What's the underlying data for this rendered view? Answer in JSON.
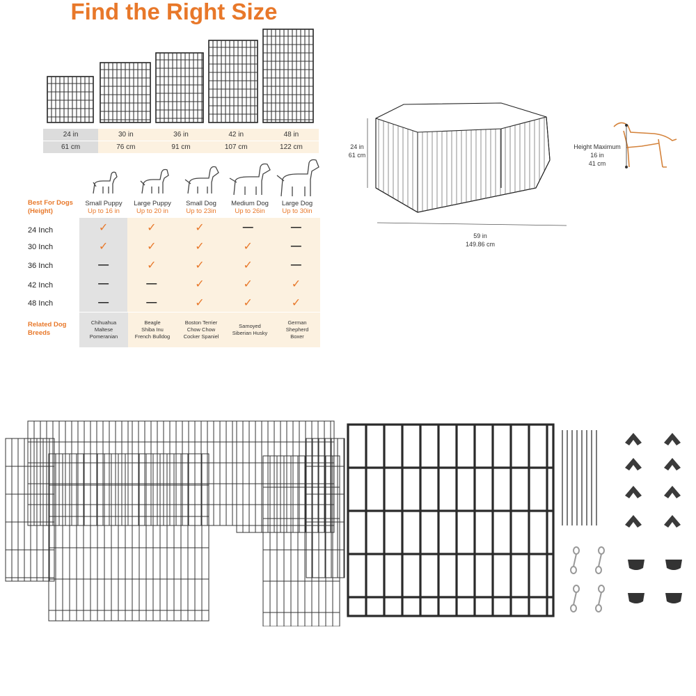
{
  "title": "Find the Right Size",
  "sizes_in": [
    "24 in",
    "30 in",
    "36 in",
    "42 in",
    "48 in"
  ],
  "sizes_cm": [
    "61 cm",
    "76 cm",
    "91 cm",
    "107 cm",
    "122 cm"
  ],
  "best_for_label": "Best For Dogs (Height)",
  "dog_types": [
    {
      "name": "Small Puppy",
      "height": "Up to 16 in"
    },
    {
      "name": "Large Puppy",
      "height": "Up to 20 in"
    },
    {
      "name": "Small Dog",
      "height": "Up to 23in"
    },
    {
      "name": "Medium Dog",
      "height": "Up to 26in"
    },
    {
      "name": "Large Dog",
      "height": "Up to 30in"
    }
  ],
  "rows": [
    {
      "label": "24 Inch",
      "marks": [
        "check",
        "check",
        "check",
        "dash",
        "dash"
      ]
    },
    {
      "label": "30 Inch",
      "marks": [
        "check",
        "check",
        "check",
        "check",
        "dash"
      ]
    },
    {
      "label": "36 Inch",
      "marks": [
        "dash",
        "check",
        "check",
        "check",
        "dash"
      ]
    },
    {
      "label": "42 Inch",
      "marks": [
        "dash",
        "dash",
        "check",
        "check",
        "check"
      ]
    },
    {
      "label": "48 Inch",
      "marks": [
        "dash",
        "dash",
        "check",
        "check",
        "check"
      ]
    }
  ],
  "related_label": "Related Dog Breeds",
  "breeds": [
    [
      "Chihuahua",
      "Maltese",
      "Pomeranian"
    ],
    [
      "Beagle",
      "Shiba Inu",
      "French Bulldog"
    ],
    [
      "Boston Terrier",
      "Chow Chow",
      "Cocker Spaniel"
    ],
    [
      "Samoyed",
      "Siberian Husky"
    ],
    [
      "German",
      "Shepherd",
      "Boxer"
    ]
  ],
  "dims": {
    "height_in": "24 in",
    "height_cm": "61 cm",
    "width_in": "59 in",
    "width_cm": "149.86 cm",
    "max_label": "Height Maximum",
    "max_in": "16 in",
    "max_cm": "41 cm"
  },
  "colors": {
    "accent": "#e8782a",
    "cream": "#fcf1e0",
    "gray": "#dcdcdc"
  }
}
